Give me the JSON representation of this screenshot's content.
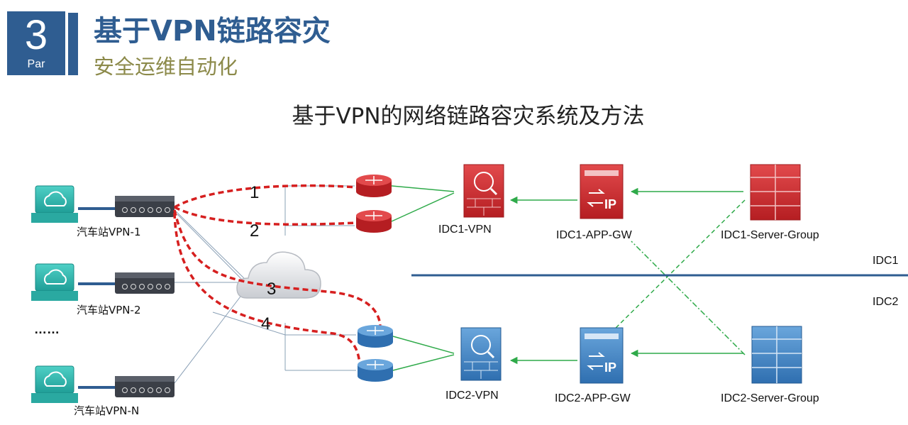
{
  "header": {
    "section_number": "3",
    "section_label": "Par",
    "title": "基于VPN链路容灾",
    "subtitle": "安全运维自动化"
  },
  "diagram": {
    "title": "基于VPN的网络链路容灾系统及方法",
    "stations": [
      {
        "label": "汽车站VPN-1"
      },
      {
        "label": "汽车站VPN-2"
      },
      {
        "label": "汽车站VPN-N"
      }
    ],
    "ellipsis": "……",
    "path_numbers": [
      "1",
      "2",
      "3",
      "4"
    ],
    "idc1": {
      "vpn_label": "IDC1-VPN",
      "app_gw_label": "IDC1-APP-GW",
      "server_group_label": "IDC1-Server-Group",
      "zone_label": "IDC1"
    },
    "idc2": {
      "vpn_label": "IDC2-VPN",
      "app_gw_label": "IDC2-APP-GW",
      "server_group_label": "IDC2-Server-Group",
      "zone_label": "IDC2"
    },
    "colors": {
      "idc1_device": "#c8282c",
      "idc2_device": "#3d7fc1",
      "failover_path": "#d61f1f",
      "green_link": "#2faa4a",
      "divider": "#2f5d91",
      "laptop": "#2db8b0"
    }
  }
}
